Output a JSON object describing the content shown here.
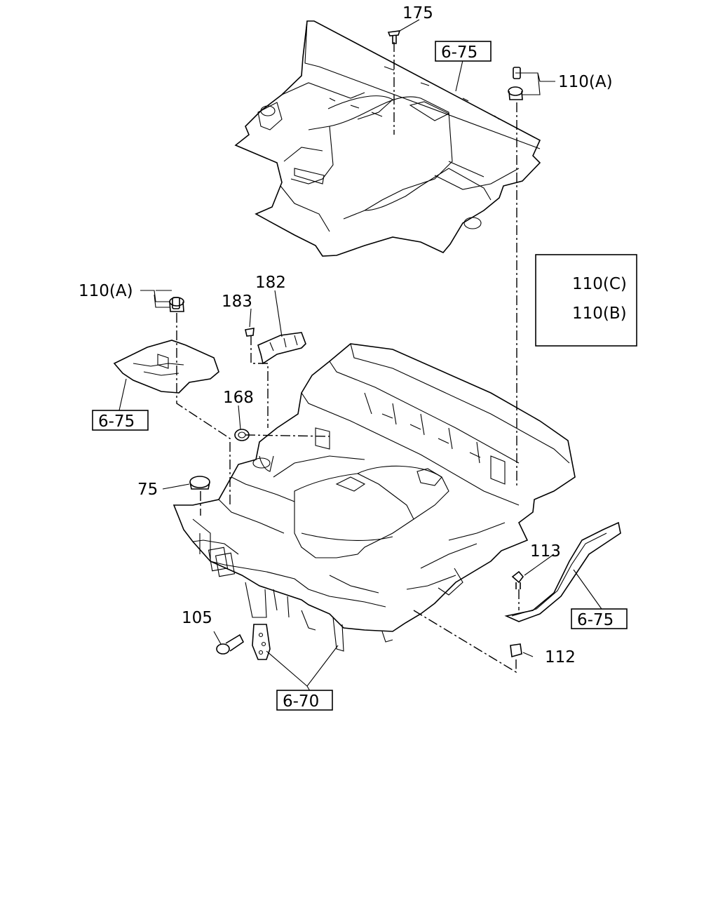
{
  "labels": {
    "p175": "175",
    "ref_top": "6-75",
    "p110a_top": "110(A)",
    "p110c": "110(C)",
    "p110b": "110(B)",
    "p110a_left": "110(A)",
    "p183": "183",
    "p182": "182",
    "ref_left": "6-75",
    "p168": "168",
    "p75": "75",
    "p113": "113",
    "ref_right": "6-75",
    "p105": "105",
    "p112": "112",
    "ref_bottom": "6-70"
  }
}
